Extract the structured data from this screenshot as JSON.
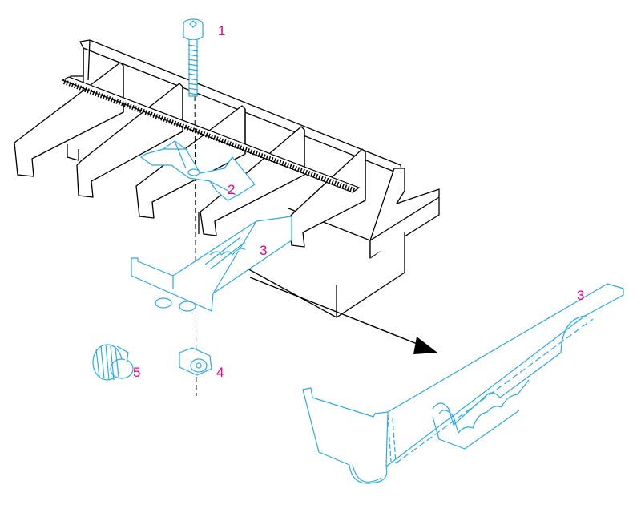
{
  "colors": {
    "line": "#000000",
    "part": "#29abe2",
    "label": "#e6007e",
    "background": "#ffffff"
  },
  "callouts": [
    {
      "label": "1",
      "part": "screw"
    },
    {
      "label": "2",
      "part": "clamp"
    },
    {
      "label": "3",
      "part": "slider-bar"
    },
    {
      "label": "4",
      "part": "nut"
    },
    {
      "label": "5",
      "part": "knob"
    },
    {
      "label": "3",
      "part": "slider-bar-detail"
    }
  ]
}
